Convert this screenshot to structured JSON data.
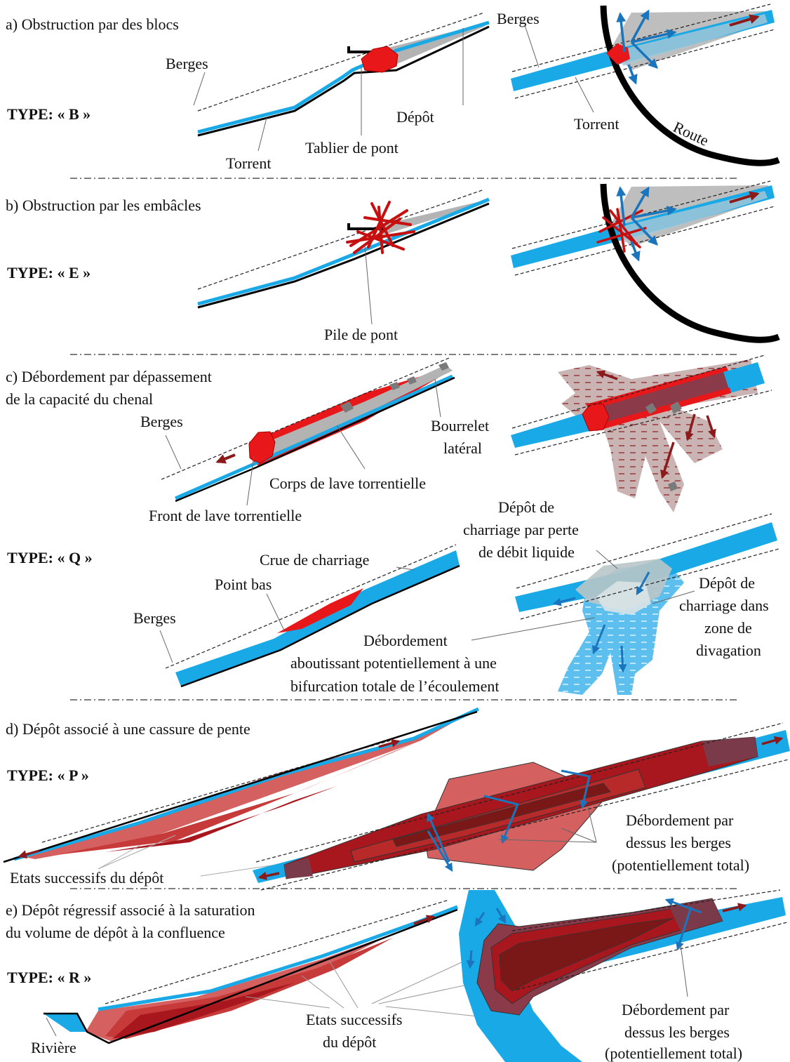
{
  "sections": {
    "a": {
      "title": "a) Obstruction  par des blocs",
      "type_label": "TYPE:  « B »",
      "labels": {
        "berges_left": "Berges",
        "berges_right": "Berges",
        "depot": "Dépôt",
        "tablier": "Tablier  de pont",
        "torrent_left": "Torrent",
        "torrent_right": "Torrent",
        "route": "Route"
      }
    },
    "b": {
      "title": "b) Obstruction  par les embâcles",
      "type_label": "TYPE:  « E »",
      "labels": {
        "pile": "Pile  de pont"
      }
    },
    "c": {
      "title_line1": "c) Débordement  par dépassement",
      "title_line2": "de la capacité du chenal",
      "labels": {
        "berges": "Berges",
        "bourrelet_1": "Bourrelet",
        "bourrelet_2": "latéral",
        "corps": "Corps de lave  torrentielle",
        "front": "Front de lave torrentielle"
      }
    },
    "q": {
      "type_label": "TYPE:  « Q »",
      "labels": {
        "crue": "Crue de charriage",
        "point_bas": "Point bas",
        "berges": "Berges",
        "depot_perte_1": "Dépôt de",
        "depot_perte_2": "charriage  par perte",
        "depot_perte_3": "de débit liquide",
        "depot_div_1": "Dépôt de",
        "depot_div_2": "charriage  dans",
        "depot_div_3": "zone  de",
        "depot_div_4": "divagation",
        "debord_1": "Débordement",
        "debord_2": "aboutissant  potentiellement  à une",
        "debord_3": "bifurcation  totale  de l’écoulement"
      }
    },
    "d": {
      "title": "d) Dépôt associé  à une  cassure de pente",
      "type_label": "TYPE:  « P »",
      "labels": {
        "etats": "Etats successifs  du dépôt",
        "debord_1": "Débordement  par",
        "debord_2": "dessus les berges",
        "debord_3": "(potentiellement  total)"
      }
    },
    "e": {
      "title_line1": "e) Dépôt régressif  associé à la saturation",
      "title_line2": "du volume  de dépôt à la confluence",
      "type_label": "TYPE:  « R »",
      "labels": {
        "etats_1": "Etats successifs",
        "etats_2": "du dépôt",
        "riviere": "Rivière",
        "debord_1": "Débordement  par",
        "debord_2": "dessus les berges",
        "debord_3": "(potentiellement  total)"
      }
    }
  },
  "colors": {
    "water": "#19a9e6",
    "debris_red": "#e8181a",
    "deposit_red": "#a8171d",
    "deposit_light": "#d46060",
    "deposit_mid": "#c73a3a",
    "grey": "#b3b3b3",
    "arrow_blue": "#1b75bc",
    "arrow_darkred": "#8b1a1a",
    "road": "#000000"
  },
  "icons": {
    "flow_arrow": "flow-arrow-icon",
    "overflow_arrow": "overflow-arrow-icon"
  }
}
